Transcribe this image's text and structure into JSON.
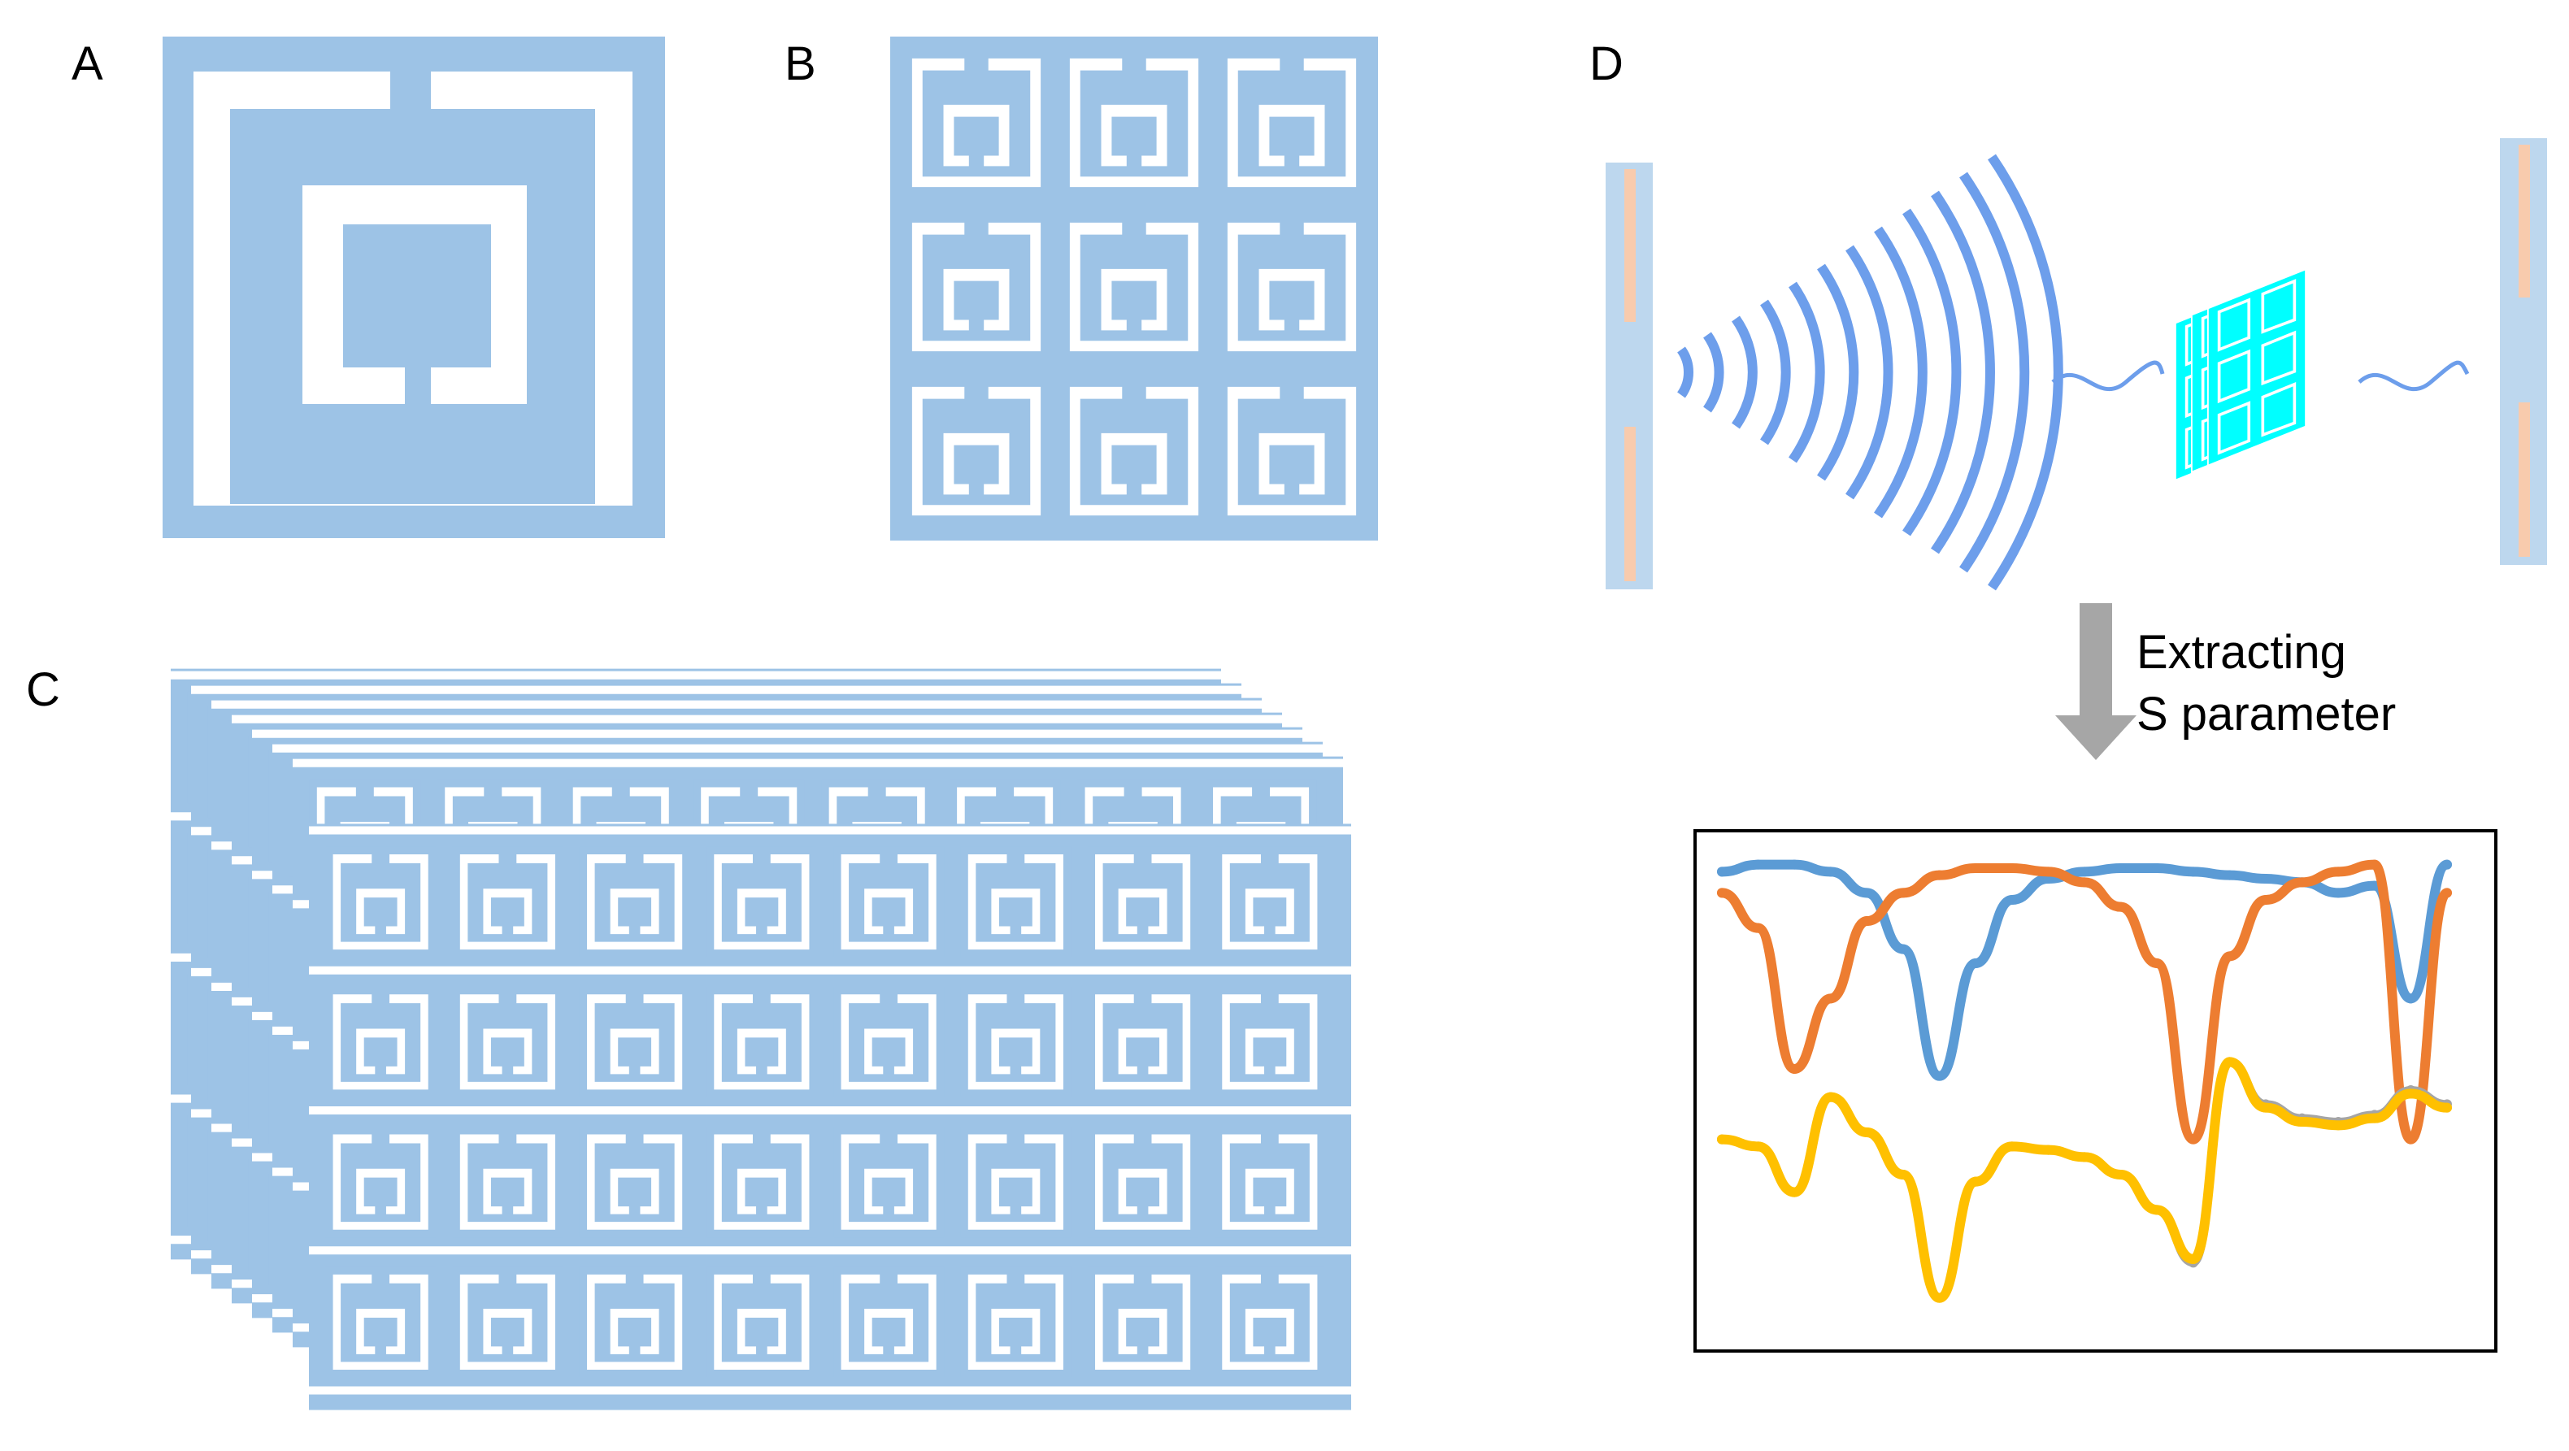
{
  "panels": {
    "a": {
      "label": "A"
    },
    "b": {
      "label": "B"
    },
    "c": {
      "label": "C"
    },
    "d": {
      "label": "D"
    }
  },
  "arrow": {
    "line1": "Extracting",
    "line2": "S parameter"
  },
  "colors": {
    "metal": "#9dc3e6",
    "plot_blue": "#5b9bd5",
    "plot_orange": "#ed7d31",
    "plot_yellow": "#ffc000",
    "plot_gray": "#a5a5a5",
    "wave": "#6d9eeb",
    "sample": "#00ffff",
    "electrode": "#f8cbad",
    "arrow": "#a6a6a6"
  },
  "chart_data": {
    "type": "line",
    "title": "",
    "xlabel": "",
    "ylabel": "",
    "x": [
      0,
      0.05,
      0.1,
      0.15,
      0.2,
      0.25,
      0.3,
      0.35,
      0.4,
      0.45,
      0.5,
      0.55,
      0.6,
      0.65,
      0.7,
      0.75,
      0.8,
      0.85,
      0.9,
      0.95,
      1
    ],
    "series": [
      {
        "values": [
          0.96,
          0.98,
          0.98,
          0.96,
          0.9,
          0.74,
          0.38,
          0.7,
          0.88,
          0.94,
          0.96,
          0.97,
          0.97,
          0.96,
          0.95,
          0.94,
          0.93,
          0.9,
          0.92,
          0.6,
          0.98
        ]
      },
      {
        "values": [
          0.9,
          0.8,
          0.4,
          0.6,
          0.82,
          0.9,
          0.95,
          0.97,
          0.97,
          0.96,
          0.93,
          0.86,
          0.7,
          0.2,
          0.72,
          0.88,
          0.93,
          0.96,
          0.98,
          0.2,
          0.9
        ]
      },
      {
        "values": [
          0.2,
          0.18,
          0.05,
          0.32,
          0.22,
          0.1,
          -0.25,
          0.08,
          0.18,
          0.17,
          0.15,
          0.1,
          0.0,
          -0.15,
          0.42,
          0.3,
          0.26,
          0.25,
          0.27,
          0.34,
          0.3
        ]
      },
      {
        "values": [
          0.2,
          0.18,
          0.05,
          0.32,
          0.22,
          0.1,
          -0.25,
          0.08,
          0.18,
          0.17,
          0.15,
          0.1,
          0.0,
          -0.14,
          0.42,
          0.29,
          0.25,
          0.24,
          0.26,
          0.33,
          0.29
        ]
      }
    ]
  }
}
